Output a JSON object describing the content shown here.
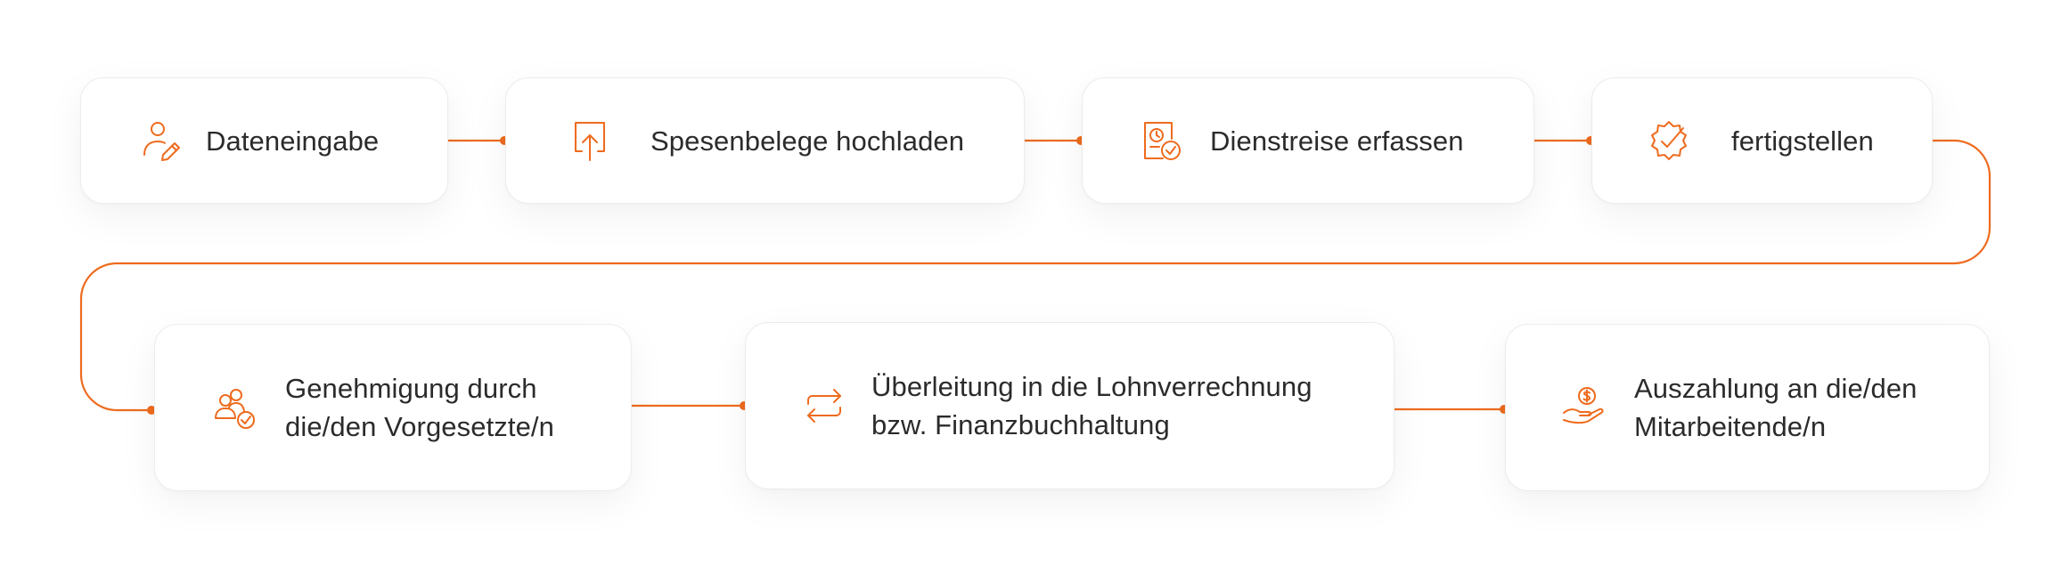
{
  "accent_color": "#ee6b1e",
  "steps": [
    {
      "icon": "user-edit-icon",
      "lines": [
        "Dateneingabe"
      ]
    },
    {
      "icon": "upload-icon",
      "lines": [
        "Spesenbelege hochladen"
      ]
    },
    {
      "icon": "document-clock-check-icon",
      "lines": [
        "Dienstreise erfassen"
      ]
    },
    {
      "icon": "badge-check-icon",
      "lines": [
        "fertigstellen"
      ]
    },
    {
      "icon": "users-check-icon",
      "lines": [
        "Genehmigung durch",
        "die/den Vorgesetzte/n"
      ]
    },
    {
      "icon": "transfer-arrows-icon",
      "lines": [
        "Überleitung in die Lohnverrechnung",
        "bzw. Finanzbuchhaltung"
      ]
    },
    {
      "icon": "hand-coin-icon",
      "lines": [
        "Auszahlung an die/den",
        "Mitarbeitende/n"
      ]
    }
  ]
}
